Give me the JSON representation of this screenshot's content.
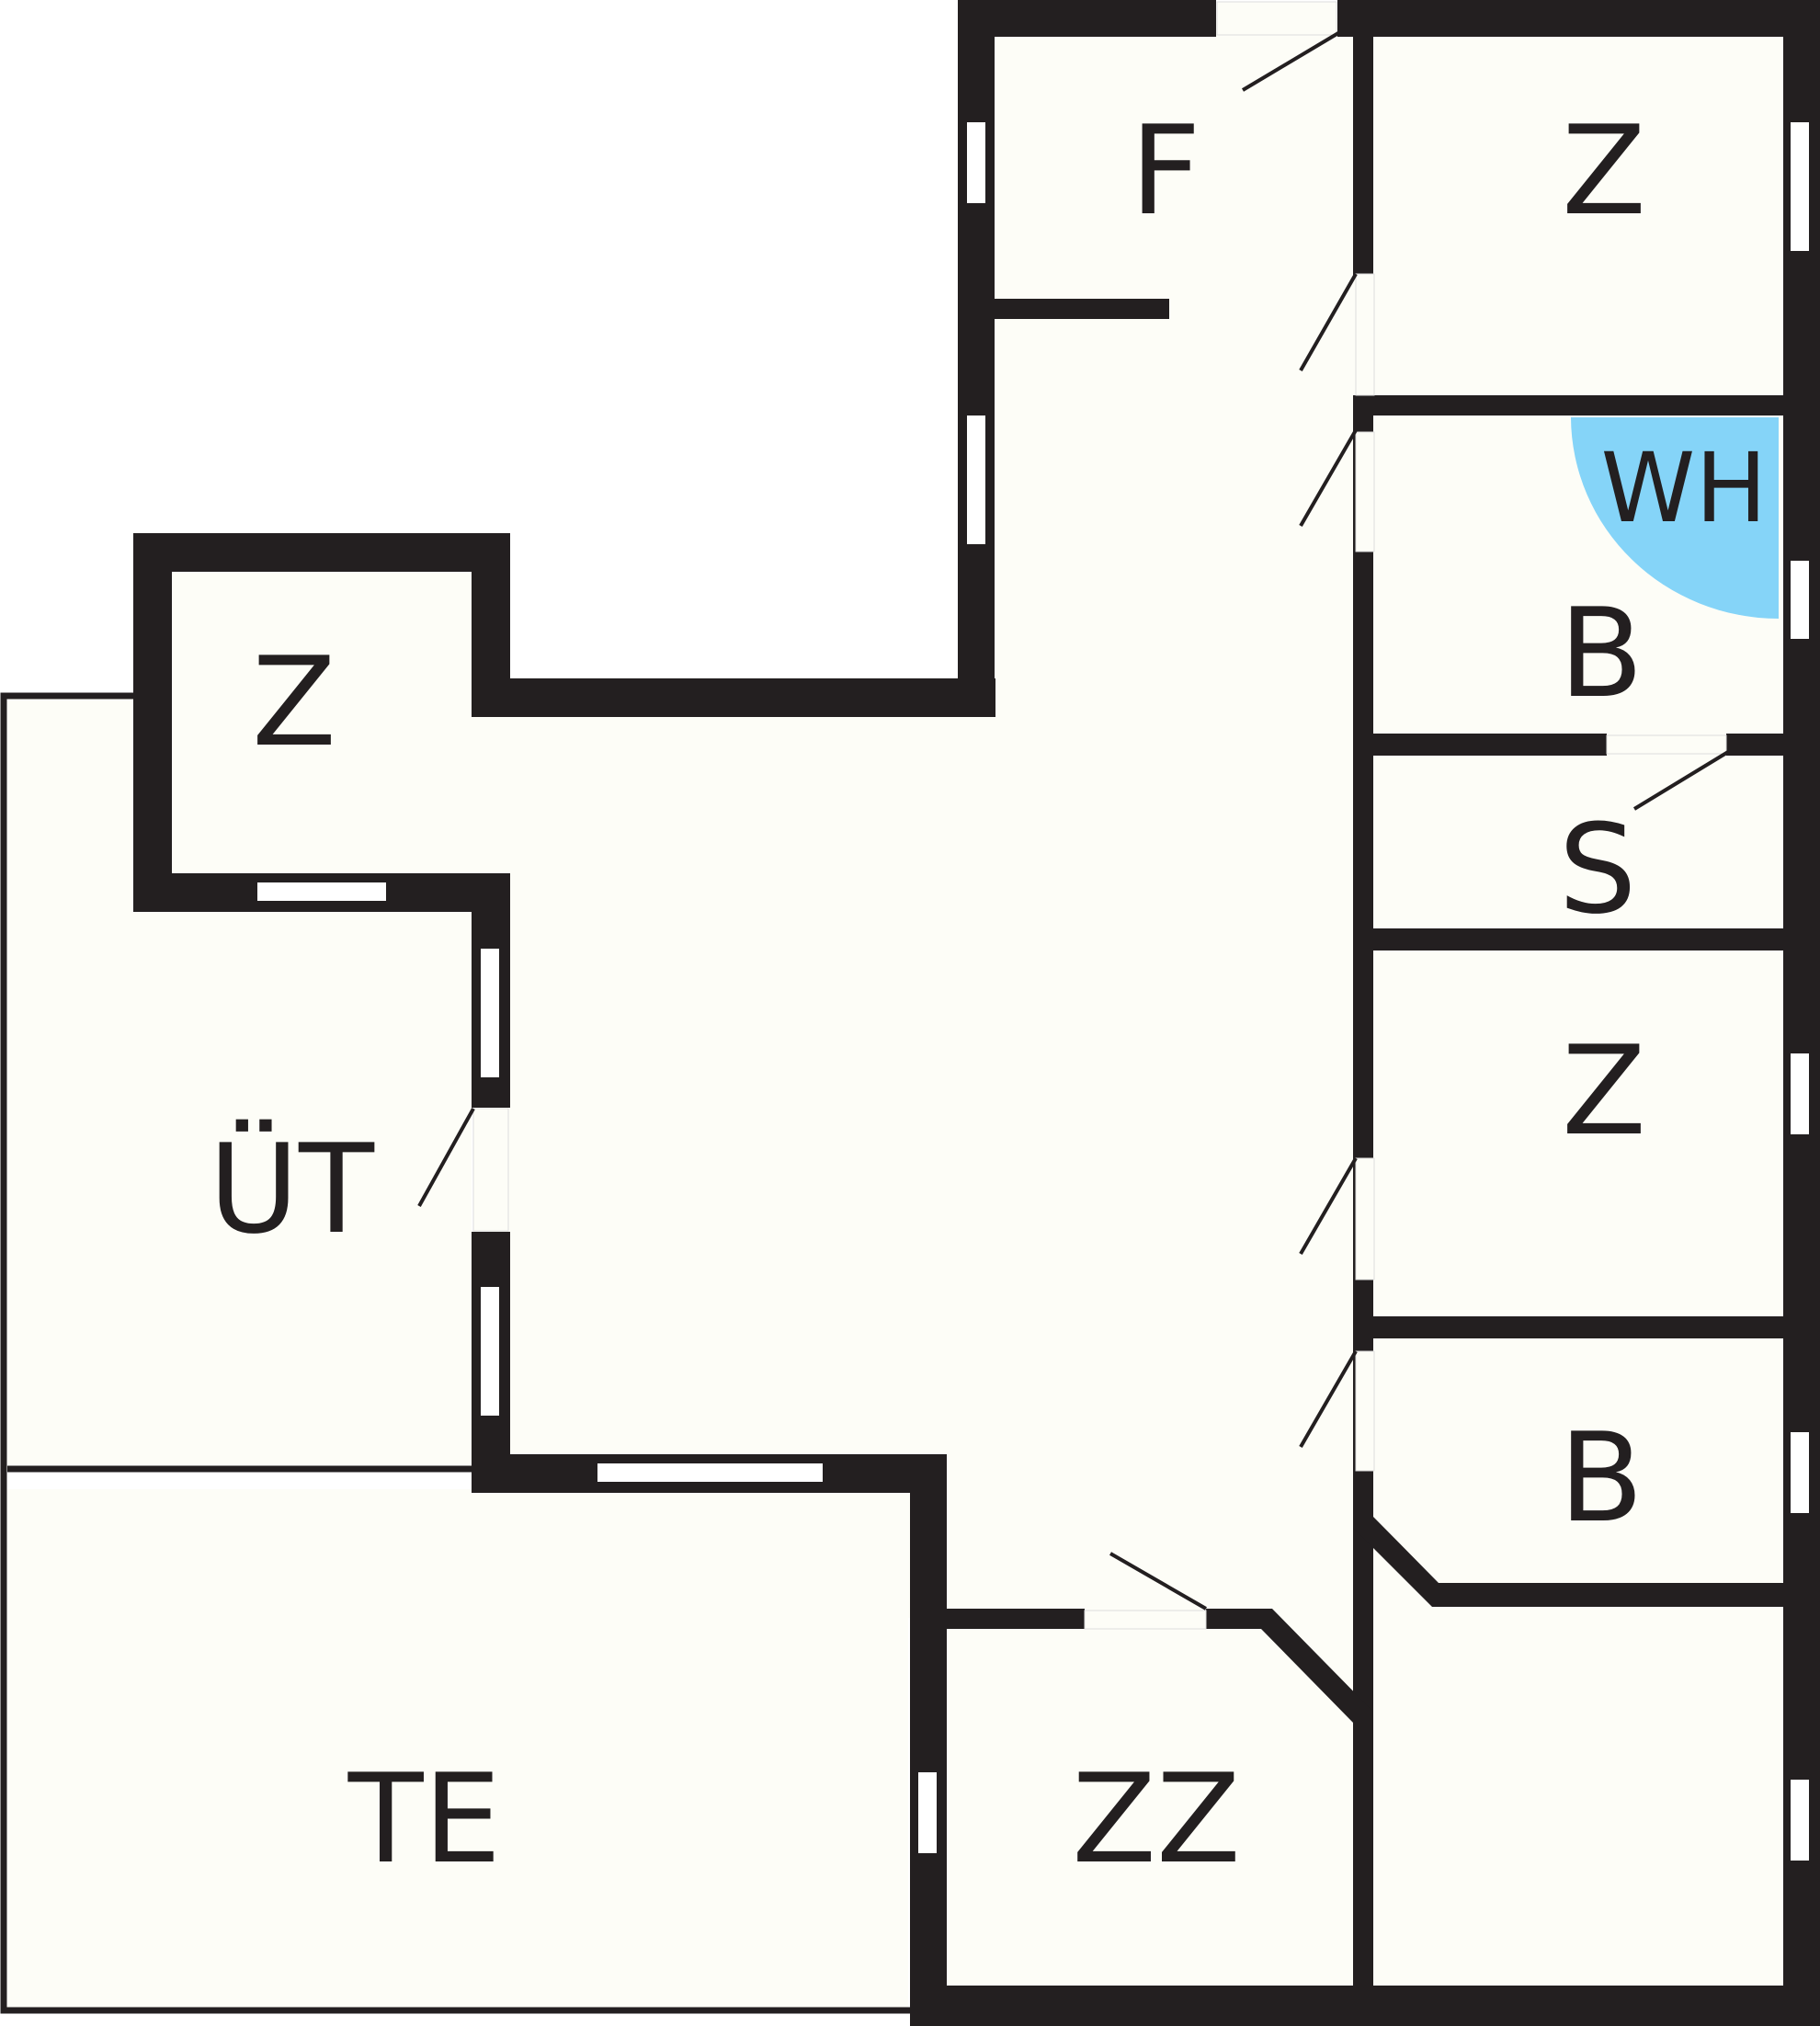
{
  "floor_plan": {
    "colors": {
      "wall": "#231f20",
      "floor": "#fdfdf7",
      "background": "#ffffff",
      "fixture": "#85d4f8"
    },
    "rooms": {
      "f": "F",
      "z_top_right": "Z",
      "wh": "WH",
      "b_upper": "B",
      "s": "S",
      "z_right_mid": "Z",
      "b_lower": "B",
      "z_left": "Z",
      "ut": "ÜT",
      "te": "TE",
      "zz": "ZZ"
    }
  }
}
